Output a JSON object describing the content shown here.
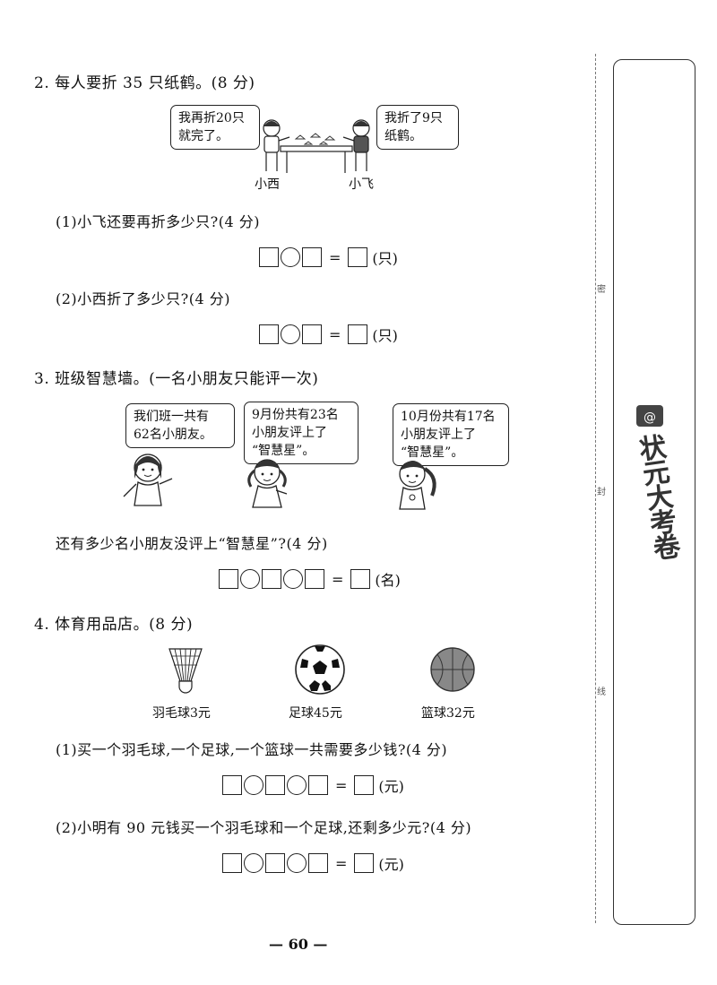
{
  "q2": {
    "title": "2. 每人要折 35 只纸鹤。(8 分)",
    "bubble_left": [
      "我再折20只",
      "就完了。"
    ],
    "bubble_right": [
      "我折了9只",
      "纸鹤。"
    ],
    "name_left": "小西",
    "name_right": "小飞",
    "sub1": "(1)小飞还要再折多少只?(4 分)",
    "sub2": "(2)小西折了多少只?(4 分)",
    "unit": "(只)"
  },
  "q3": {
    "title": "3. 班级智慧墙。(一名小朋友只能评一次)",
    "bubble1": [
      "我们班一共有",
      "62名小朋友。"
    ],
    "bubble2": [
      "9月份共有23名",
      "小朋友评上了",
      "“智慧星”。"
    ],
    "bubble3": [
      "10月份共有17名",
      "小朋友评上了",
      "“智慧星”。"
    ],
    "question": "还有多少名小朋友没评上“智慧星”?(4 分)",
    "unit": "(名)"
  },
  "q4": {
    "title": "4. 体育用品店。(8 分)",
    "items": [
      "羽毛球3元",
      "足球45元",
      "篮球32元"
    ],
    "sub1": "(1)买一个羽毛球,一个足球,一个篮球一共需要多少钱?(4 分)",
    "sub2": "(2)小明有 90 元钱买一个羽毛球和一个足球,还剩多少元?(4 分)",
    "unit": "(元)"
  },
  "equals": "=",
  "margin_marks": [
    "密",
    "封",
    "线"
  ],
  "brand": "状元大考卷",
  "page_number": "— 60 —"
}
